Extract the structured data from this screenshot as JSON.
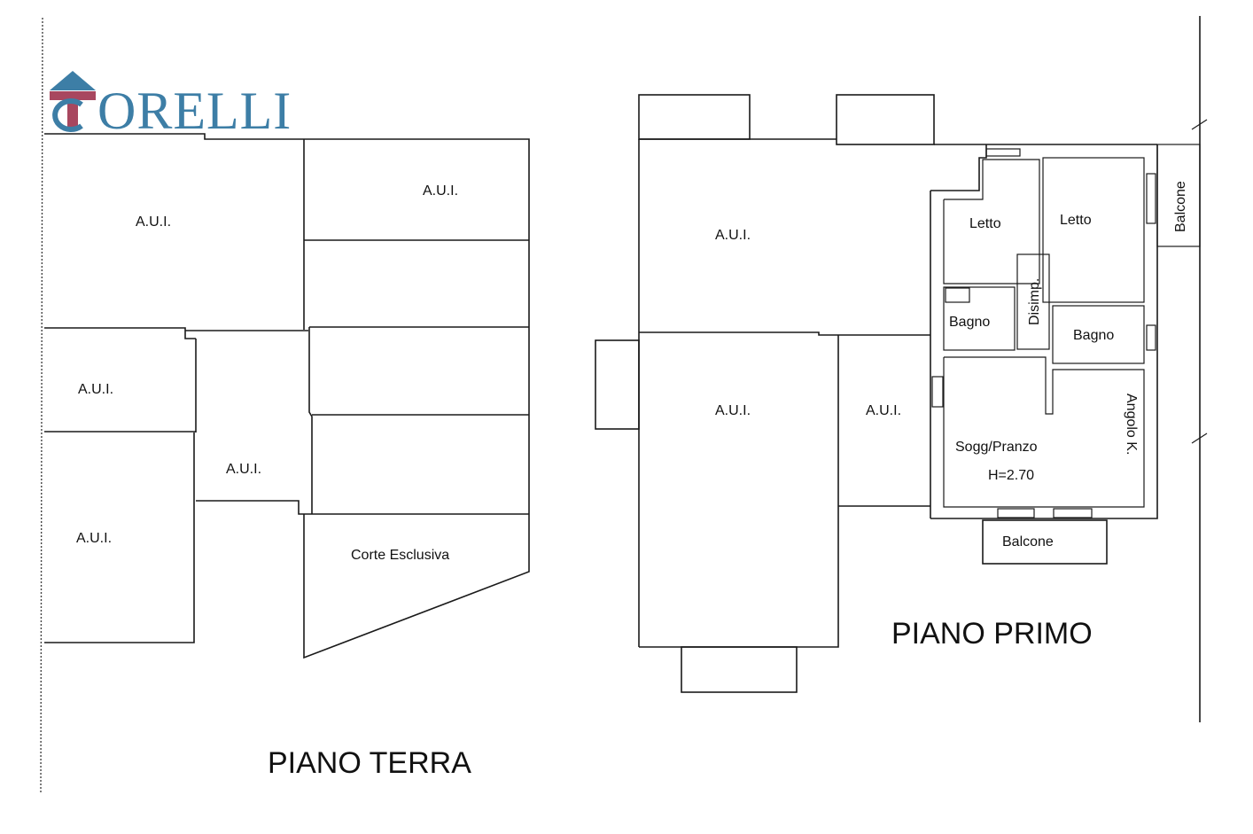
{
  "logo": {
    "name": "TORELLI",
    "initial": "T",
    "rest": "ORELLI",
    "colors": {
      "primary": "#3d7ea6",
      "accent": "#a8475f"
    }
  },
  "floors": [
    {
      "id": "piano-terra",
      "title": "PIANO TERRA",
      "rooms": [
        {
          "label": "A.U.I."
        },
        {
          "label": "A.U.I."
        },
        {
          "label": "A.U.I."
        },
        {
          "label": "A.U.I."
        },
        {
          "label": "A.U.I."
        },
        {
          "label": "Corte Esclusiva"
        }
      ]
    },
    {
      "id": "piano-primo",
      "title": "PIANO PRIMO",
      "rooms": [
        {
          "label": "A.U.I."
        },
        {
          "label": "A.U.I."
        },
        {
          "label": "A.U.I."
        },
        {
          "label": "Letto"
        },
        {
          "label": "Letto"
        },
        {
          "label": "Disimp."
        },
        {
          "label": "Bagno"
        },
        {
          "label": "Bagno"
        },
        {
          "label": "Sogg/Pranzo"
        },
        {
          "label": "H=2.70"
        },
        {
          "label": "Angolo K."
        },
        {
          "label": "Balcone"
        },
        {
          "label": "Balcone"
        }
      ]
    }
  ]
}
